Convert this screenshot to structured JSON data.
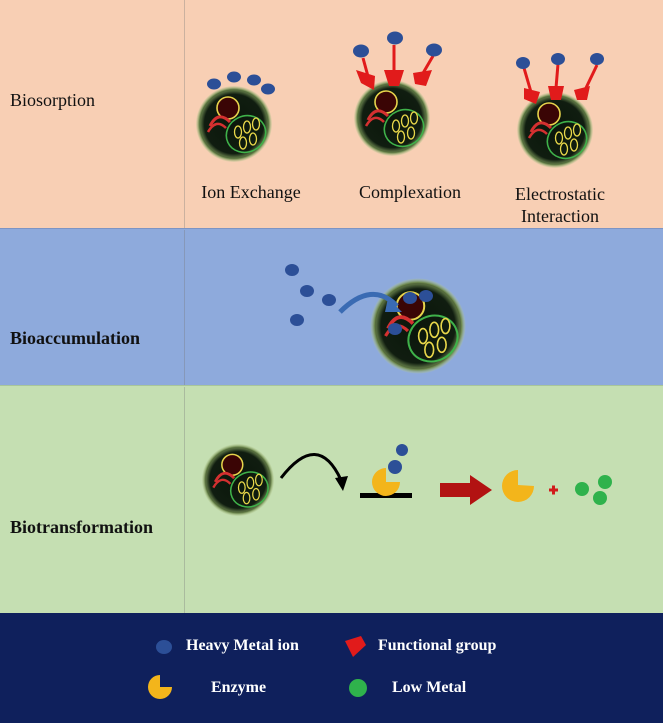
{
  "sections": {
    "biosorption": {
      "label": "Biosorption",
      "mechanisms": [
        "Ion Exchange",
        "Complexation",
        "Electrostatic",
        "Interaction"
      ]
    },
    "bioaccumulation": {
      "label": "Bioaccumulation"
    },
    "biotransformation": {
      "label": "Biotransformation"
    }
  },
  "legend": {
    "heavy_metal": "Heavy Metal ion",
    "functional_group": "Functional group",
    "enzyme": "Enzyme",
    "low_metal": "Low Metal"
  },
  "colors": {
    "biosorption_bg": "#f8cfb4",
    "bioaccumulation_bg": "#8eaadc",
    "biotransformation_bg": "#c5dfb2",
    "legend_bg": "#0f205c",
    "heavy_metal": "#2c4f97",
    "functional_group": "#e11b1b",
    "enzyme": "#f3b51b",
    "low_metal": "#2fb24c",
    "arrow": "#b21212"
  }
}
